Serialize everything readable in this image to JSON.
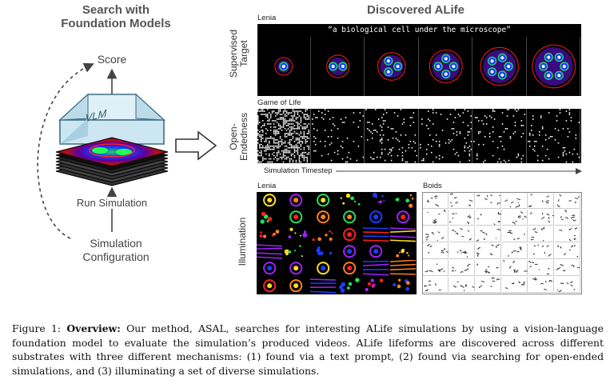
{
  "left": {
    "title_line1": "Search with",
    "title_line2": "Foundation Models",
    "score_label": "Score",
    "vlm_label": "VLM",
    "run_label": "Run Simulation",
    "config_line1": "Simulation",
    "config_line2": "Configuration"
  },
  "right": {
    "title": "Discovered ALife",
    "row1": {
      "substrate": "Lenia",
      "side_line1": "Supervised",
      "side_line2": "Target",
      "prompt": "“a biological cell under the microscope”"
    },
    "row2": {
      "substrate": "Game of Life",
      "side_line1": "Open-",
      "side_line2": "Endedness",
      "timestep": "Simulation Timestep"
    },
    "row3": {
      "side": "Illumination",
      "left_substrate": "Lenia",
      "right_substrate": "Boids"
    }
  },
  "caption": {
    "label": "Figure 1:",
    "bold": "Overview:",
    "text": "Our method, ASAL, searches for interesting ALife simulations by using a vision-language foundation model to evaluate the simulation’s produced videos. ALife lifeforms are discovered across different substrates with three different mechanisms: (1) found via a text prompt, (2) found via searching for open-ended simulations, and (3) illuminating a set of diverse simulations."
  },
  "colors": {
    "vlm_fill": "#cde7f2",
    "vlm_stroke": "#3c6e82",
    "header_gray": "#555555"
  }
}
